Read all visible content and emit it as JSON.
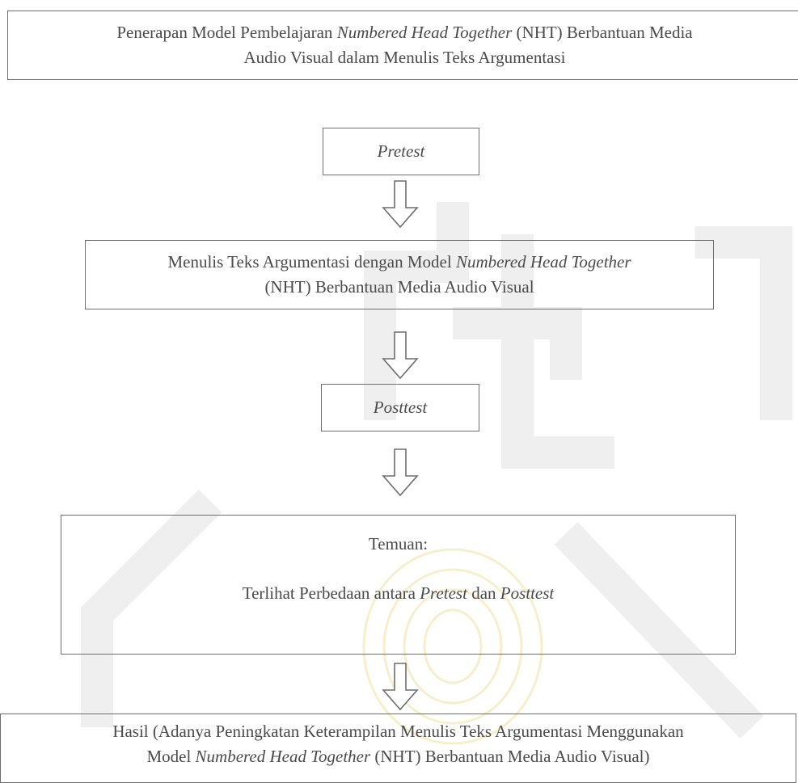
{
  "boxes": {
    "top": {
      "line1_a": "Penerapan Model Pembelajaran ",
      "line1_b": "Numbered Head Together",
      "line1_c": " (NHT) Berbantuan Media",
      "line2": "Audio Visual dalam Menulis Teks Argumentasi"
    },
    "pretest": {
      "label": "Pretest"
    },
    "writing": {
      "line1_a": "Menulis Teks Argumentasi dengan Model ",
      "line1_b": "Numbered Head Together",
      "line2": "(NHT) Berbantuan Media Audio Visual"
    },
    "posttest": {
      "label": "Posttest"
    },
    "findings": {
      "heading": "Temuan:",
      "line_a": "Terlihat Perbedaan antara ",
      "line_b": "Pretest",
      "line_c": " dan ",
      "line_d": "Posttest"
    },
    "result": {
      "line1": "Hasil (Adanya Peningkatan Keterampilan Menulis Teks Argumentasi Menggunakan",
      "line2_a": "Model ",
      "line2_b": "Numbered Head Together",
      "line2_c": " (NHT) Berbantuan Media Audio Visual)"
    }
  },
  "colors": {
    "line": "#6e6e6e",
    "text": "#4a4a4a",
    "watermark": "#ececec",
    "watermark_accent": "#f3ecc0"
  },
  "icons": {
    "flow_arrow": "hollow-down-arrow-icon"
  }
}
